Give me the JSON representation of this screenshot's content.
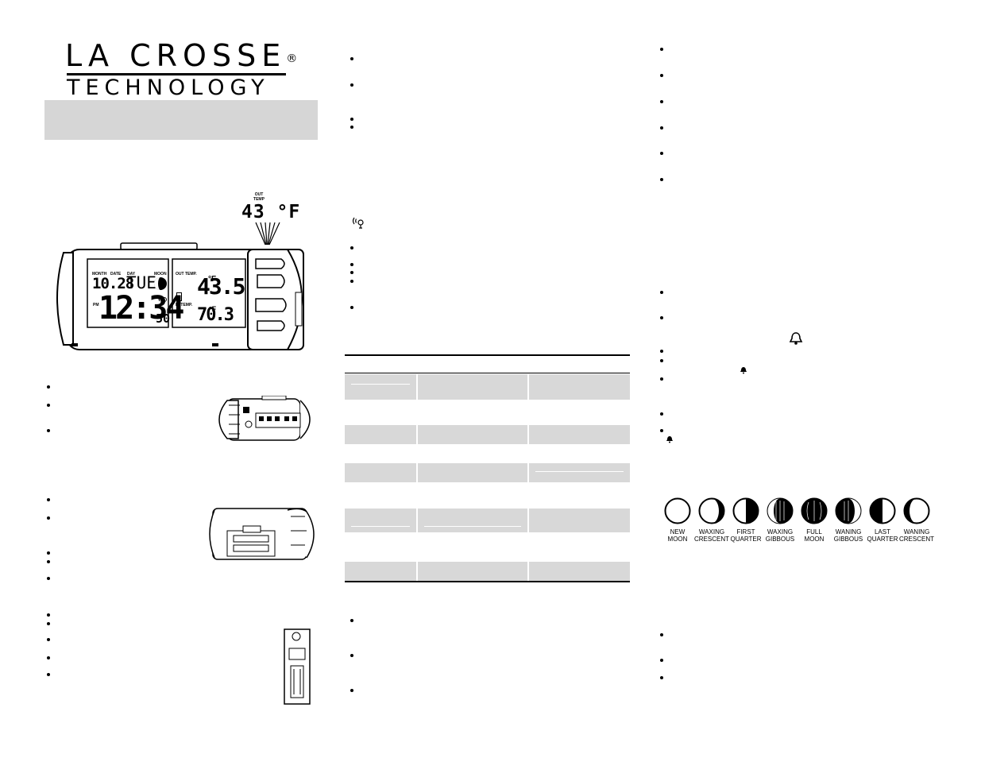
{
  "logo": {
    "line1": "LA CROSSE",
    "reg": "®",
    "line2": "TECHNOLOGY"
  },
  "clock_display": {
    "projection_label": "OUT\nTEMP",
    "projection_value": "43 °F",
    "month_label": "MONTH",
    "date_label": "DATE",
    "day_label": "DAY",
    "moon_label": "MOON",
    "date_value": "10.28",
    "day_value": "TUE",
    "time_value": "12:34",
    "pm_label": "PM",
    "seconds_value": "50",
    "out_temp_label": "OUT TEMP.",
    "out_temp_value": "43.5",
    "out_temp_unit": "°F",
    "in_temp_label": "IN TEMP.",
    "in_temp_value": "70.3",
    "in_temp_unit": "°F"
  },
  "moon_phases": [
    {
      "name": "NEW\nMOON",
      "phase": "new"
    },
    {
      "name": "WAXING\nCRESCENT",
      "phase": "waxing-crescent"
    },
    {
      "name": "FIRST\nQUARTER",
      "phase": "first-quarter"
    },
    {
      "name": "WAXING\nGIBBOUS",
      "phase": "waxing-gibbous"
    },
    {
      "name": "FULL\nMOON",
      "phase": "full"
    },
    {
      "name": "WANING\nGIBBOUS",
      "phase": "waning-gibbous"
    },
    {
      "name": "LAST\nQUARTER",
      "phase": "last-quarter"
    },
    {
      "name": "WANING\nCRESCENT",
      "phase": "waning-crescent"
    }
  ],
  "icons": {
    "signal": "signal-tower-icon",
    "alarm": "bell-icon"
  }
}
